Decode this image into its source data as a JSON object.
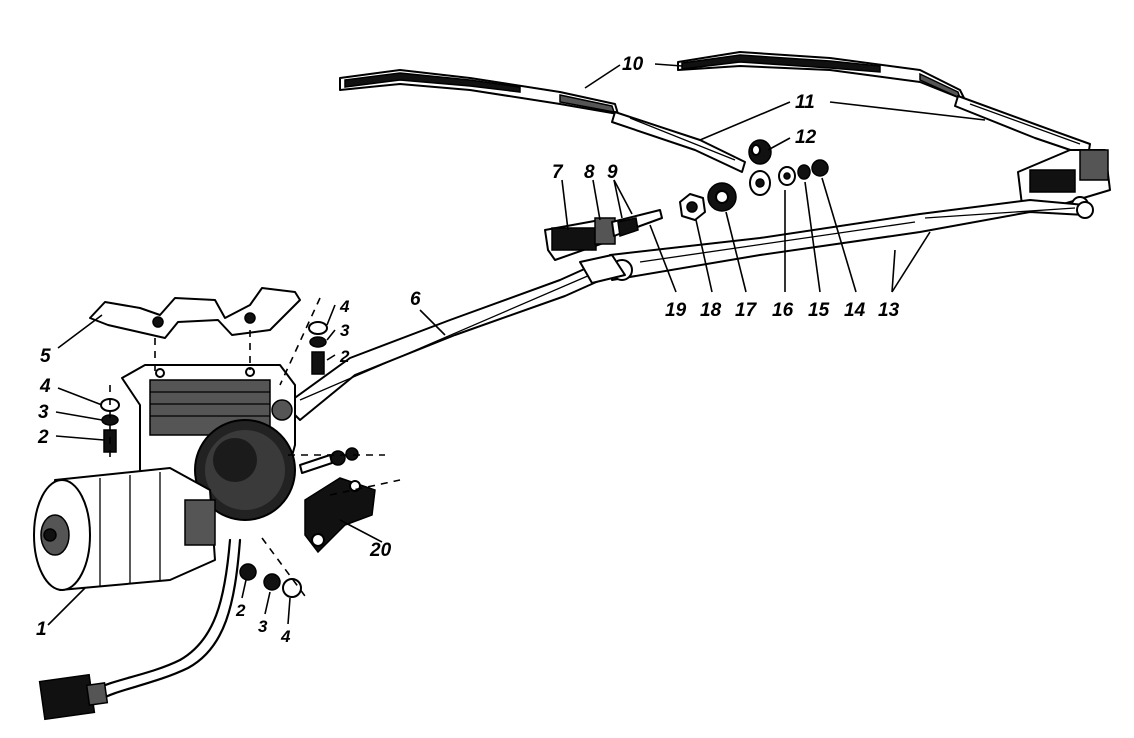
{
  "diagram": {
    "labels": [
      {
        "id": "l1",
        "text": "1"
      },
      {
        "id": "l2a",
        "text": "2"
      },
      {
        "id": "l3a",
        "text": "3"
      },
      {
        "id": "l4a",
        "text": "4"
      },
      {
        "id": "l5",
        "text": "5"
      },
      {
        "id": "l4b",
        "text": "4"
      },
      {
        "id": "l3b",
        "text": "3"
      },
      {
        "id": "l2b",
        "text": "2"
      },
      {
        "id": "l6",
        "text": "6"
      },
      {
        "id": "l7",
        "text": "7"
      },
      {
        "id": "l8",
        "text": "8"
      },
      {
        "id": "l9",
        "text": "9"
      },
      {
        "id": "l10",
        "text": "10"
      },
      {
        "id": "l11",
        "text": "11"
      },
      {
        "id": "l12",
        "text": "12"
      },
      {
        "id": "l13",
        "text": "13"
      },
      {
        "id": "l14",
        "text": "14"
      },
      {
        "id": "l15",
        "text": "15"
      },
      {
        "id": "l16",
        "text": "16"
      },
      {
        "id": "l17",
        "text": "17"
      },
      {
        "id": "l18",
        "text": "18"
      },
      {
        "id": "l19",
        "text": "19"
      },
      {
        "id": "l20",
        "text": "20"
      },
      {
        "id": "l2c",
        "text": "2"
      },
      {
        "id": "l3c",
        "text": "3"
      },
      {
        "id": "l4c",
        "text": "4"
      }
    ]
  }
}
